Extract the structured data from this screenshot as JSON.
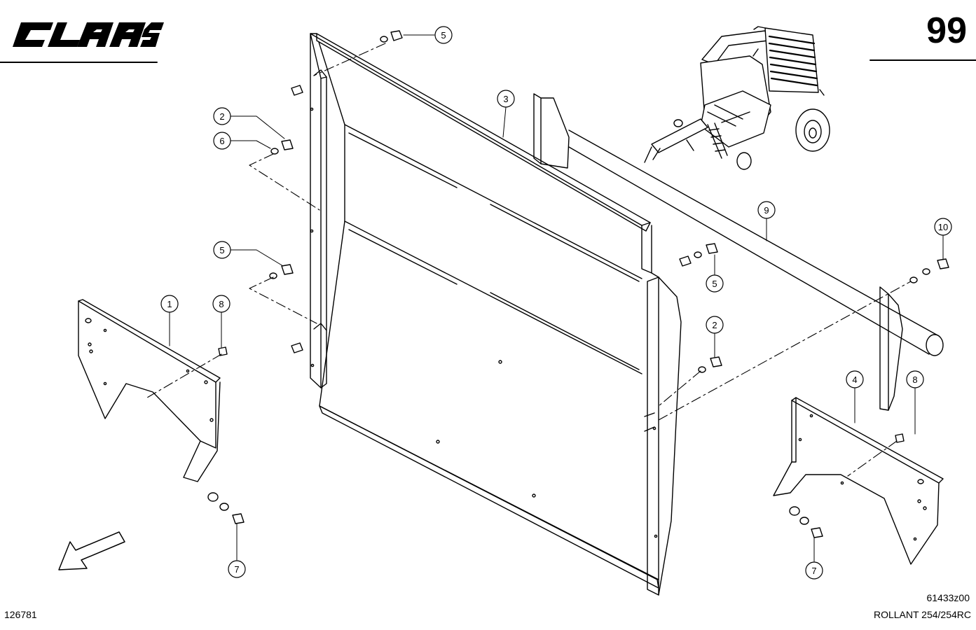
{
  "header": {
    "brand_logo_text": "CLAAS",
    "page_number": "99"
  },
  "footer": {
    "drawing_number": "61433z00",
    "model_name": "ROLLANT 254/254RC",
    "sheet_id": "126781"
  },
  "callouts": [
    "1",
    "2",
    "2",
    "3",
    "4",
    "5",
    "5",
    "5",
    "6",
    "7",
    "7",
    "8",
    "8",
    "9",
    "10"
  ],
  "icons": {
    "direction_arrow": "direction-arrow-icon",
    "machine_thumbnail": "baler-thumbnail-icon"
  }
}
